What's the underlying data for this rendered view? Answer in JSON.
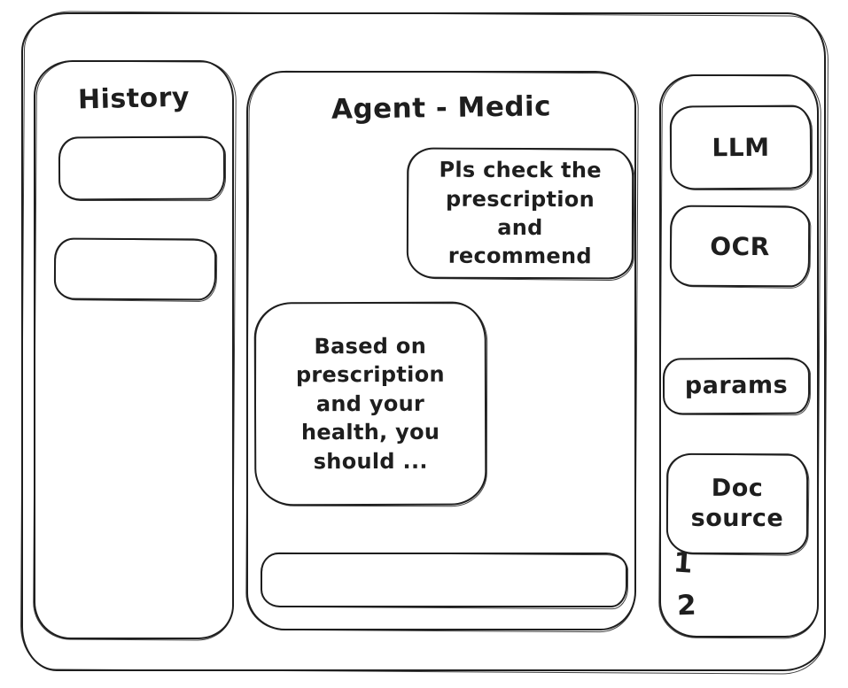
{
  "window": {
    "ink_color": "#1e1e1e",
    "background_color": "#ffffff"
  },
  "history_panel": {
    "title": "History",
    "items": [
      {
        "label": ""
      },
      {
        "label": ""
      }
    ]
  },
  "chat_panel": {
    "title": "Agent - Medic",
    "messages": [
      {
        "role": "user",
        "text": "Pls check the prescription and recommend"
      },
      {
        "role": "assistant",
        "text": "Based on prescription and your health, you should ..."
      }
    ],
    "input": {
      "value": "",
      "placeholder": ""
    }
  },
  "tools_panel": {
    "buttons": [
      {
        "id": "llm",
        "label": "LLM"
      },
      {
        "id": "ocr",
        "label": "OCR"
      },
      {
        "id": "params",
        "label": "params"
      },
      {
        "id": "doc_source",
        "label": "Doc source"
      }
    ],
    "doc_sources": [
      "1",
      "2"
    ]
  }
}
